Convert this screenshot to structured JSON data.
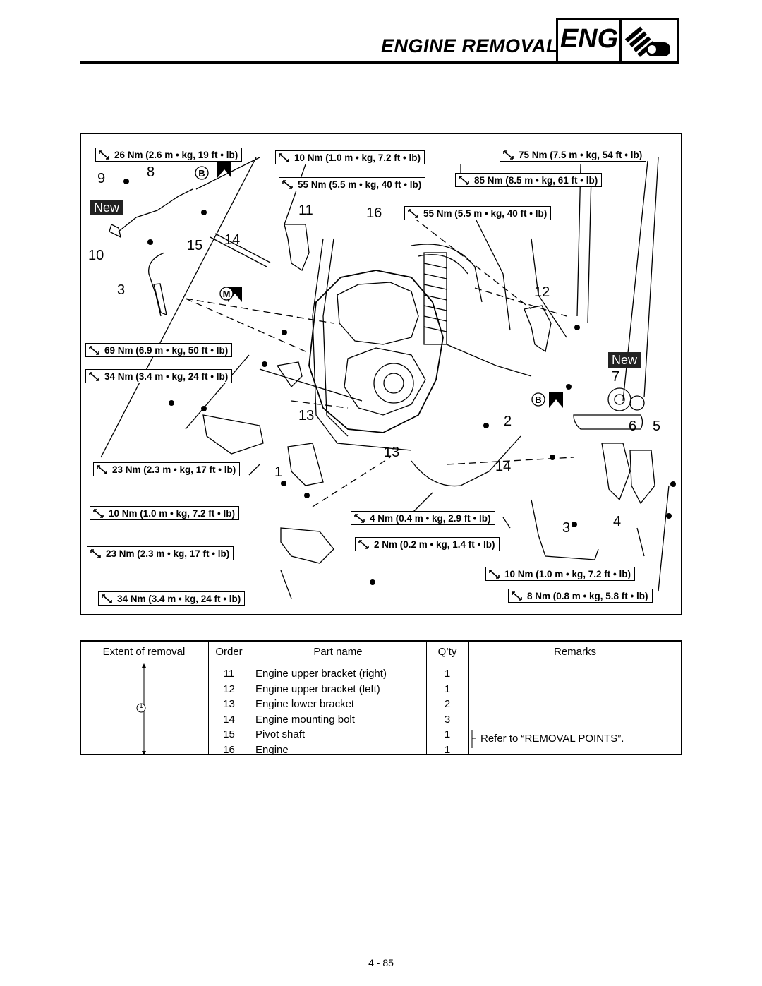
{
  "header": {
    "title": "ENGINE REMOVAL",
    "badge": "ENG",
    "badge_icon": "engine-piston-icon"
  },
  "diagram": {
    "torque_labels": [
      "26 Nm (2.6 m • kg, 19 ft • lb)",
      "10 Nm (1.0 m • kg, 7.2 ft • lb)",
      "75 Nm (7.5 m • kg, 54 ft • lb)",
      "55 Nm (5.5 m • kg, 40 ft • lb)",
      "85 Nm (8.5 m • kg, 61 ft • lb)",
      "55 Nm (5.5 m • kg, 40 ft • lb)",
      "69 Nm (6.9 m • kg, 50 ft • lb)",
      "34 Nm (3.4 m • kg, 24 ft • lb)",
      "23 Nm (2.3 m • kg, 17 ft • lb)",
      "10 Nm (1.0 m • kg, 7.2 ft • lb)",
      "4 Nm (0.4 m • kg, 2.9 ft • lb)",
      "23 Nm (2.3 m • kg, 17 ft • lb)",
      "2 Nm (0.2 m • kg, 1.4 ft • lb)",
      "10 Nm (1.0 m • kg, 7.2 ft • lb)",
      "34 Nm (3.4 m • kg, 24 ft • lb)",
      "8 Nm (0.8 m • kg, 5.8 ft • lb)"
    ],
    "callouts": [
      "9",
      "8",
      "10",
      "15",
      "14",
      "11",
      "16",
      "3",
      "12",
      "7",
      "13",
      "2",
      "6",
      "5",
      "13",
      "14",
      "1",
      "3",
      "4"
    ],
    "new_tags": [
      "New",
      "New"
    ],
    "lube_marks": [
      "B",
      "M",
      "B"
    ]
  },
  "table": {
    "headers": [
      "Extent of removal",
      "Order",
      "Part name",
      "Q’ty",
      "Remarks"
    ],
    "extent_marker": "1",
    "rows": [
      {
        "order": "11",
        "part": "Engine upper bracket (right)",
        "qty": "1"
      },
      {
        "order": "12",
        "part": "Engine upper bracket (left)",
        "qty": "1"
      },
      {
        "order": "13",
        "part": "Engine lower bracket",
        "qty": "2"
      },
      {
        "order": "14",
        "part": "Engine mounting bolt",
        "qty": "3"
      },
      {
        "order": "15",
        "part": "Pivot shaft",
        "qty": "1"
      },
      {
        "order": "16",
        "part": "Engine",
        "qty": "1"
      }
    ],
    "remark": "Refer to “REMOVAL POINTS”."
  },
  "footer": {
    "page_number": "4 - 85"
  }
}
